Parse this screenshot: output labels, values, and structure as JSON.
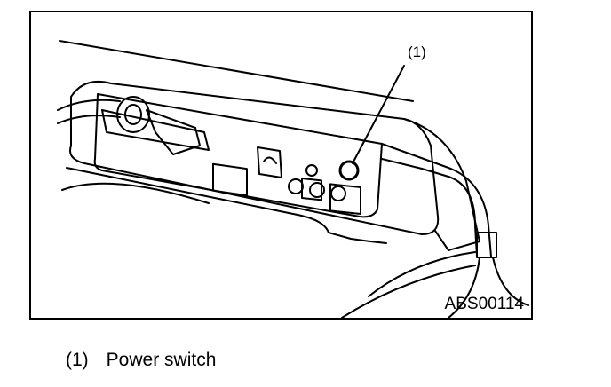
{
  "figure": {
    "callout": "(1)",
    "code": "ABS00114"
  },
  "legend": [
    {
      "num": "(1)",
      "label": "Power switch"
    }
  ],
  "colors": {
    "ink": "#000000",
    "paper": "#ffffff"
  }
}
